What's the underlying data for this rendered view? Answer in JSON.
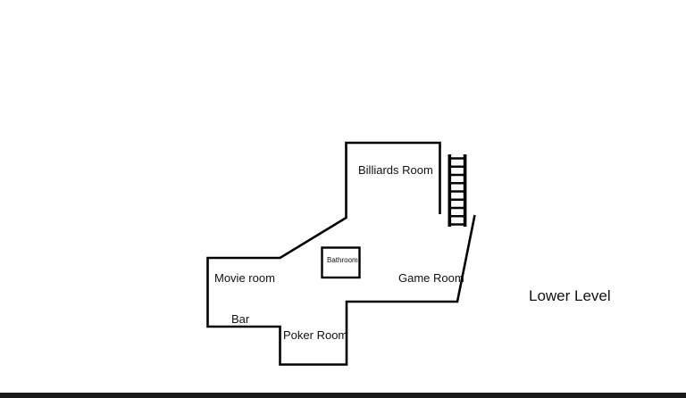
{
  "page": {
    "background_color": "#ffffff",
    "wall_color": "#000000",
    "text_color": "#111111",
    "bottom_bar_color": "#1a1a1a"
  },
  "floor_plan": {
    "title": "Lower Level",
    "rooms": [
      {
        "label": "Billiards Room"
      },
      {
        "label": "Bathroom"
      },
      {
        "label": "Movie room"
      },
      {
        "label": "Game Room"
      },
      {
        "label": "Bar"
      },
      {
        "label": "Poker Room"
      }
    ],
    "icons": {
      "stairs": "ladder-icon"
    }
  }
}
